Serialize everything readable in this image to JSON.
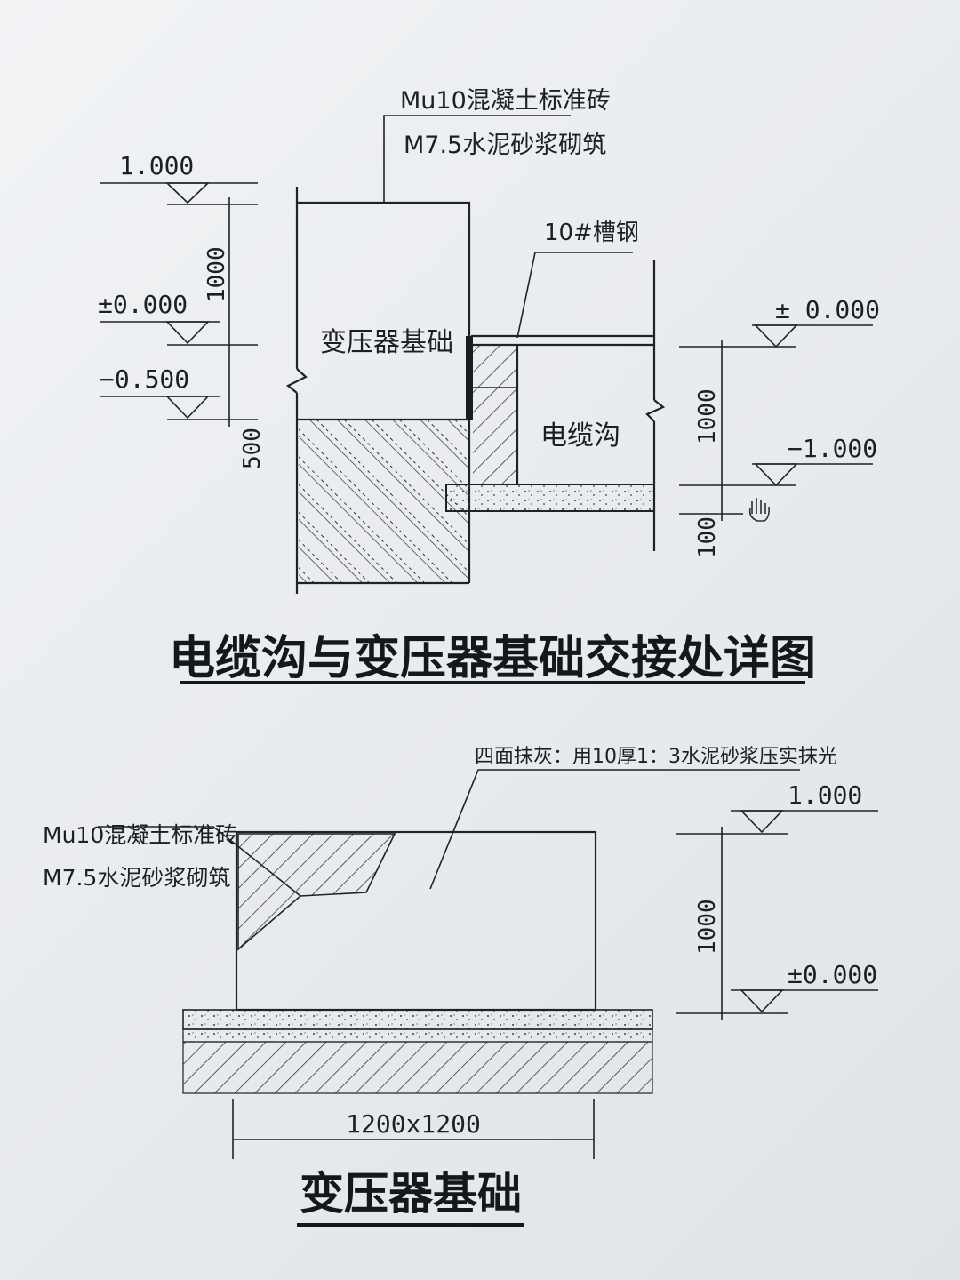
{
  "detail": {
    "title": "电缆沟与变压器基础交接处详图",
    "note_brick_line1": "Mu10混凝土标准砖",
    "note_brick_line2": "M7.5水泥砂浆砌筑",
    "note_channel": "10#槽钢",
    "label_base": "变压器基础",
    "label_trench": "电缆沟",
    "left_elev_top": "1.000",
    "left_elev_mid": "±0.000",
    "left_elev_bot": "−0.500",
    "left_dim_upper": "1000",
    "left_dim_lower": "500",
    "right_elev_top": "± 0.000",
    "right_elev_bot": "−1.000",
    "right_dim_upper": "1000",
    "right_dim_lower": "100"
  },
  "base": {
    "title": "变压器基础",
    "note_plaster": "四面抹灰：用10厚1：3水泥砂浆压实抹光",
    "note_brick_line1": "Mu10混凝土标准砖",
    "note_brick_line2": "M7.5水泥砂浆砌筑",
    "elev_top": "1.000",
    "elev_bot": "±0.000",
    "dim_height": "1000",
    "dim_width": "1200x1200"
  }
}
